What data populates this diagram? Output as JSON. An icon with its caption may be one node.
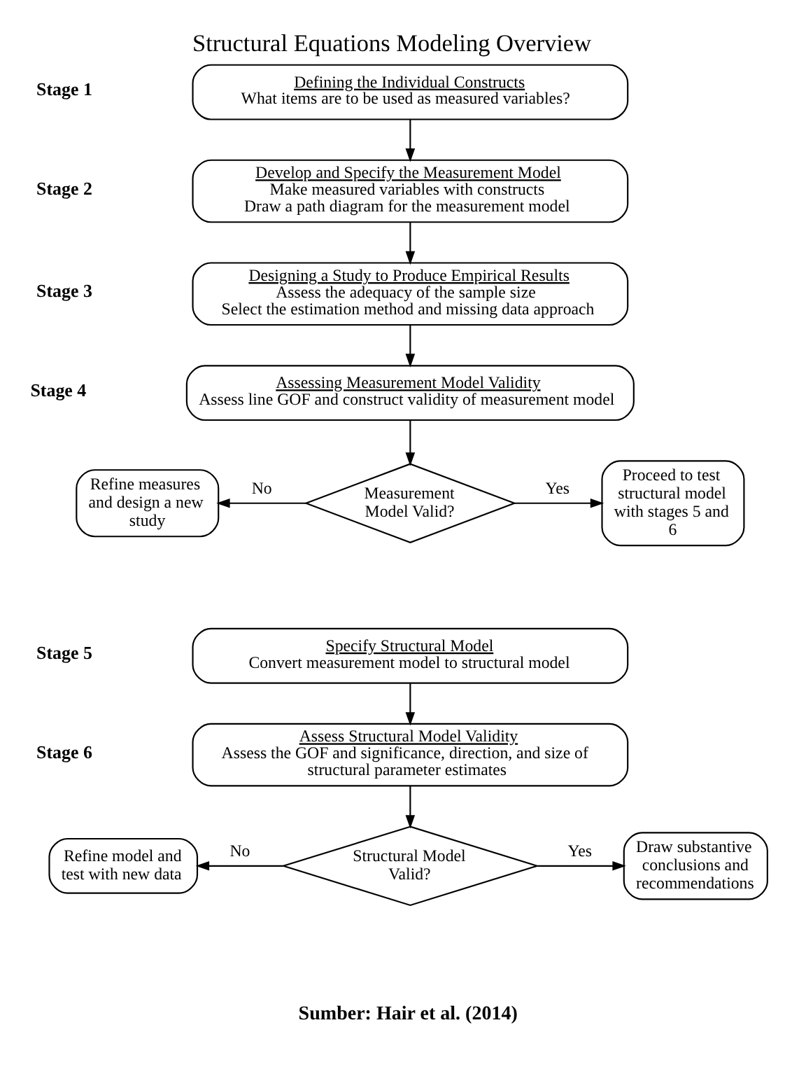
{
  "diagram": {
    "title": "Structural Equations Modeling Overview",
    "caption": "Sumber: Hair et al. (2014)",
    "nodes": [
      {
        "text": [
          "Defining the Individual Constructs",
          "What items are to be used as measured variables?"
        ]
      },
      {
        "text": [
          "Develop and Specify the Measurement Model",
          "Make measured variables with constructs",
          "Draw a path diagram for the measurement model"
        ]
      },
      {
        "text": [
          "Designing a Study to Produce Empirical Results",
          "Assess the adequacy of the sample size",
          "Select the estimation method and missing data approach"
        ]
      },
      {
        "text": [
          "Assessing Measurement Model Validity",
          "Assess line GOF and construct validity of measurement model"
        ]
      },
      {
        "text": [
          "Measurement Model Valid?"
        ]
      },
      {
        "text": [
          "Refine measures and design a new study"
        ]
      },
      {
        "text": [
          "Proceed to test structural model with stages 5 and 6"
        ]
      },
      {
        "text": [
          "Specify Structural Model",
          "Convert measurement model to structural model"
        ]
      },
      {
        "text": [
          "Assess Structural Model Validity",
          "Assess the GOF and significance, direction, and size of structural parameter estimates"
        ]
      },
      {
        "text": [
          "Structural Model Valid?"
        ]
      },
      {
        "text": [
          "Refine model and test with new data"
        ]
      },
      {
        "text": [
          "Draw substantive conclusions and recommendations"
        ]
      }
    ],
    "edges": [
      {
        "from": 0,
        "to": 1,
        "arrow": "to"
      },
      {
        "from": 1,
        "to": 2,
        "arrow": "to"
      },
      {
        "from": 2,
        "to": 3,
        "arrow": "to"
      },
      {
        "from": 3,
        "to": 4,
        "arrow": "to"
      },
      {
        "from": 4,
        "to": 5,
        "arrow": "to",
        "label": "No"
      },
      {
        "from": 4,
        "to": 6,
        "arrow": "to",
        "label": "Yes"
      },
      {
        "from": 7,
        "to": 8,
        "arrow": "to"
      },
      {
        "from": 8,
        "to": 9,
        "arrow": "to"
      },
      {
        "from": 9,
        "to": 10,
        "arrow": "to",
        "label": "No"
      },
      {
        "from": 9,
        "to": 11,
        "arrow": "to",
        "label": "Yes"
      }
    ],
    "labels": [
      "Stage 1",
      "Stage 2",
      "Stage 3",
      "Stage 4",
      "Stage 5",
      "Stage 6"
    ]
  }
}
